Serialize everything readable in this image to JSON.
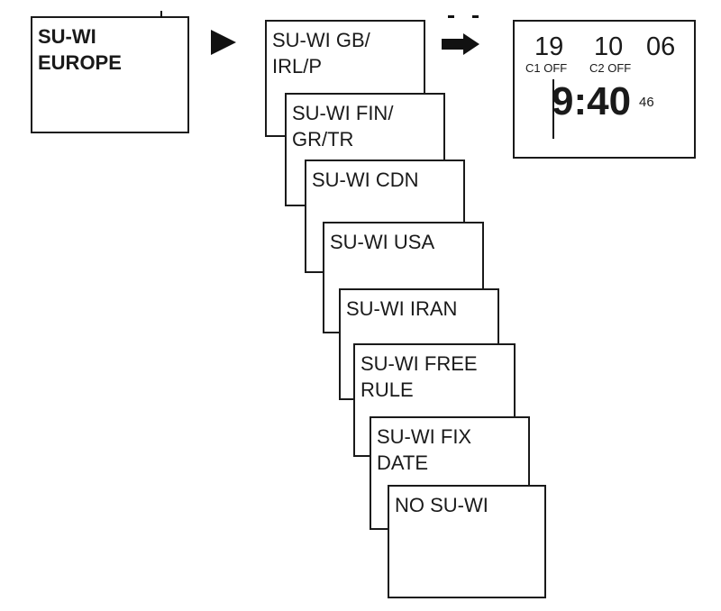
{
  "start_box": {
    "text": "SU-WI\nEUROPE"
  },
  "options": [
    {
      "text": "SU-WI GB/\nIRL/P"
    },
    {
      "text": "SU-WI FIN/\nGR/TR"
    },
    {
      "text": "SU-WI CDN"
    },
    {
      "text": "SU-WI USA"
    },
    {
      "text": "SU-WI IRAN"
    },
    {
      "text": "SU-WI FREE\nRULE"
    },
    {
      "text": "SU-WI FIX\nDATE"
    },
    {
      "text": "NO SU-WI"
    }
  ],
  "display": {
    "date_day": "19",
    "date_month": "10",
    "date_year": "06",
    "channel1": "C1 OFF",
    "channel2": "C2 OFF",
    "time": "9:40",
    "seconds": "46"
  }
}
